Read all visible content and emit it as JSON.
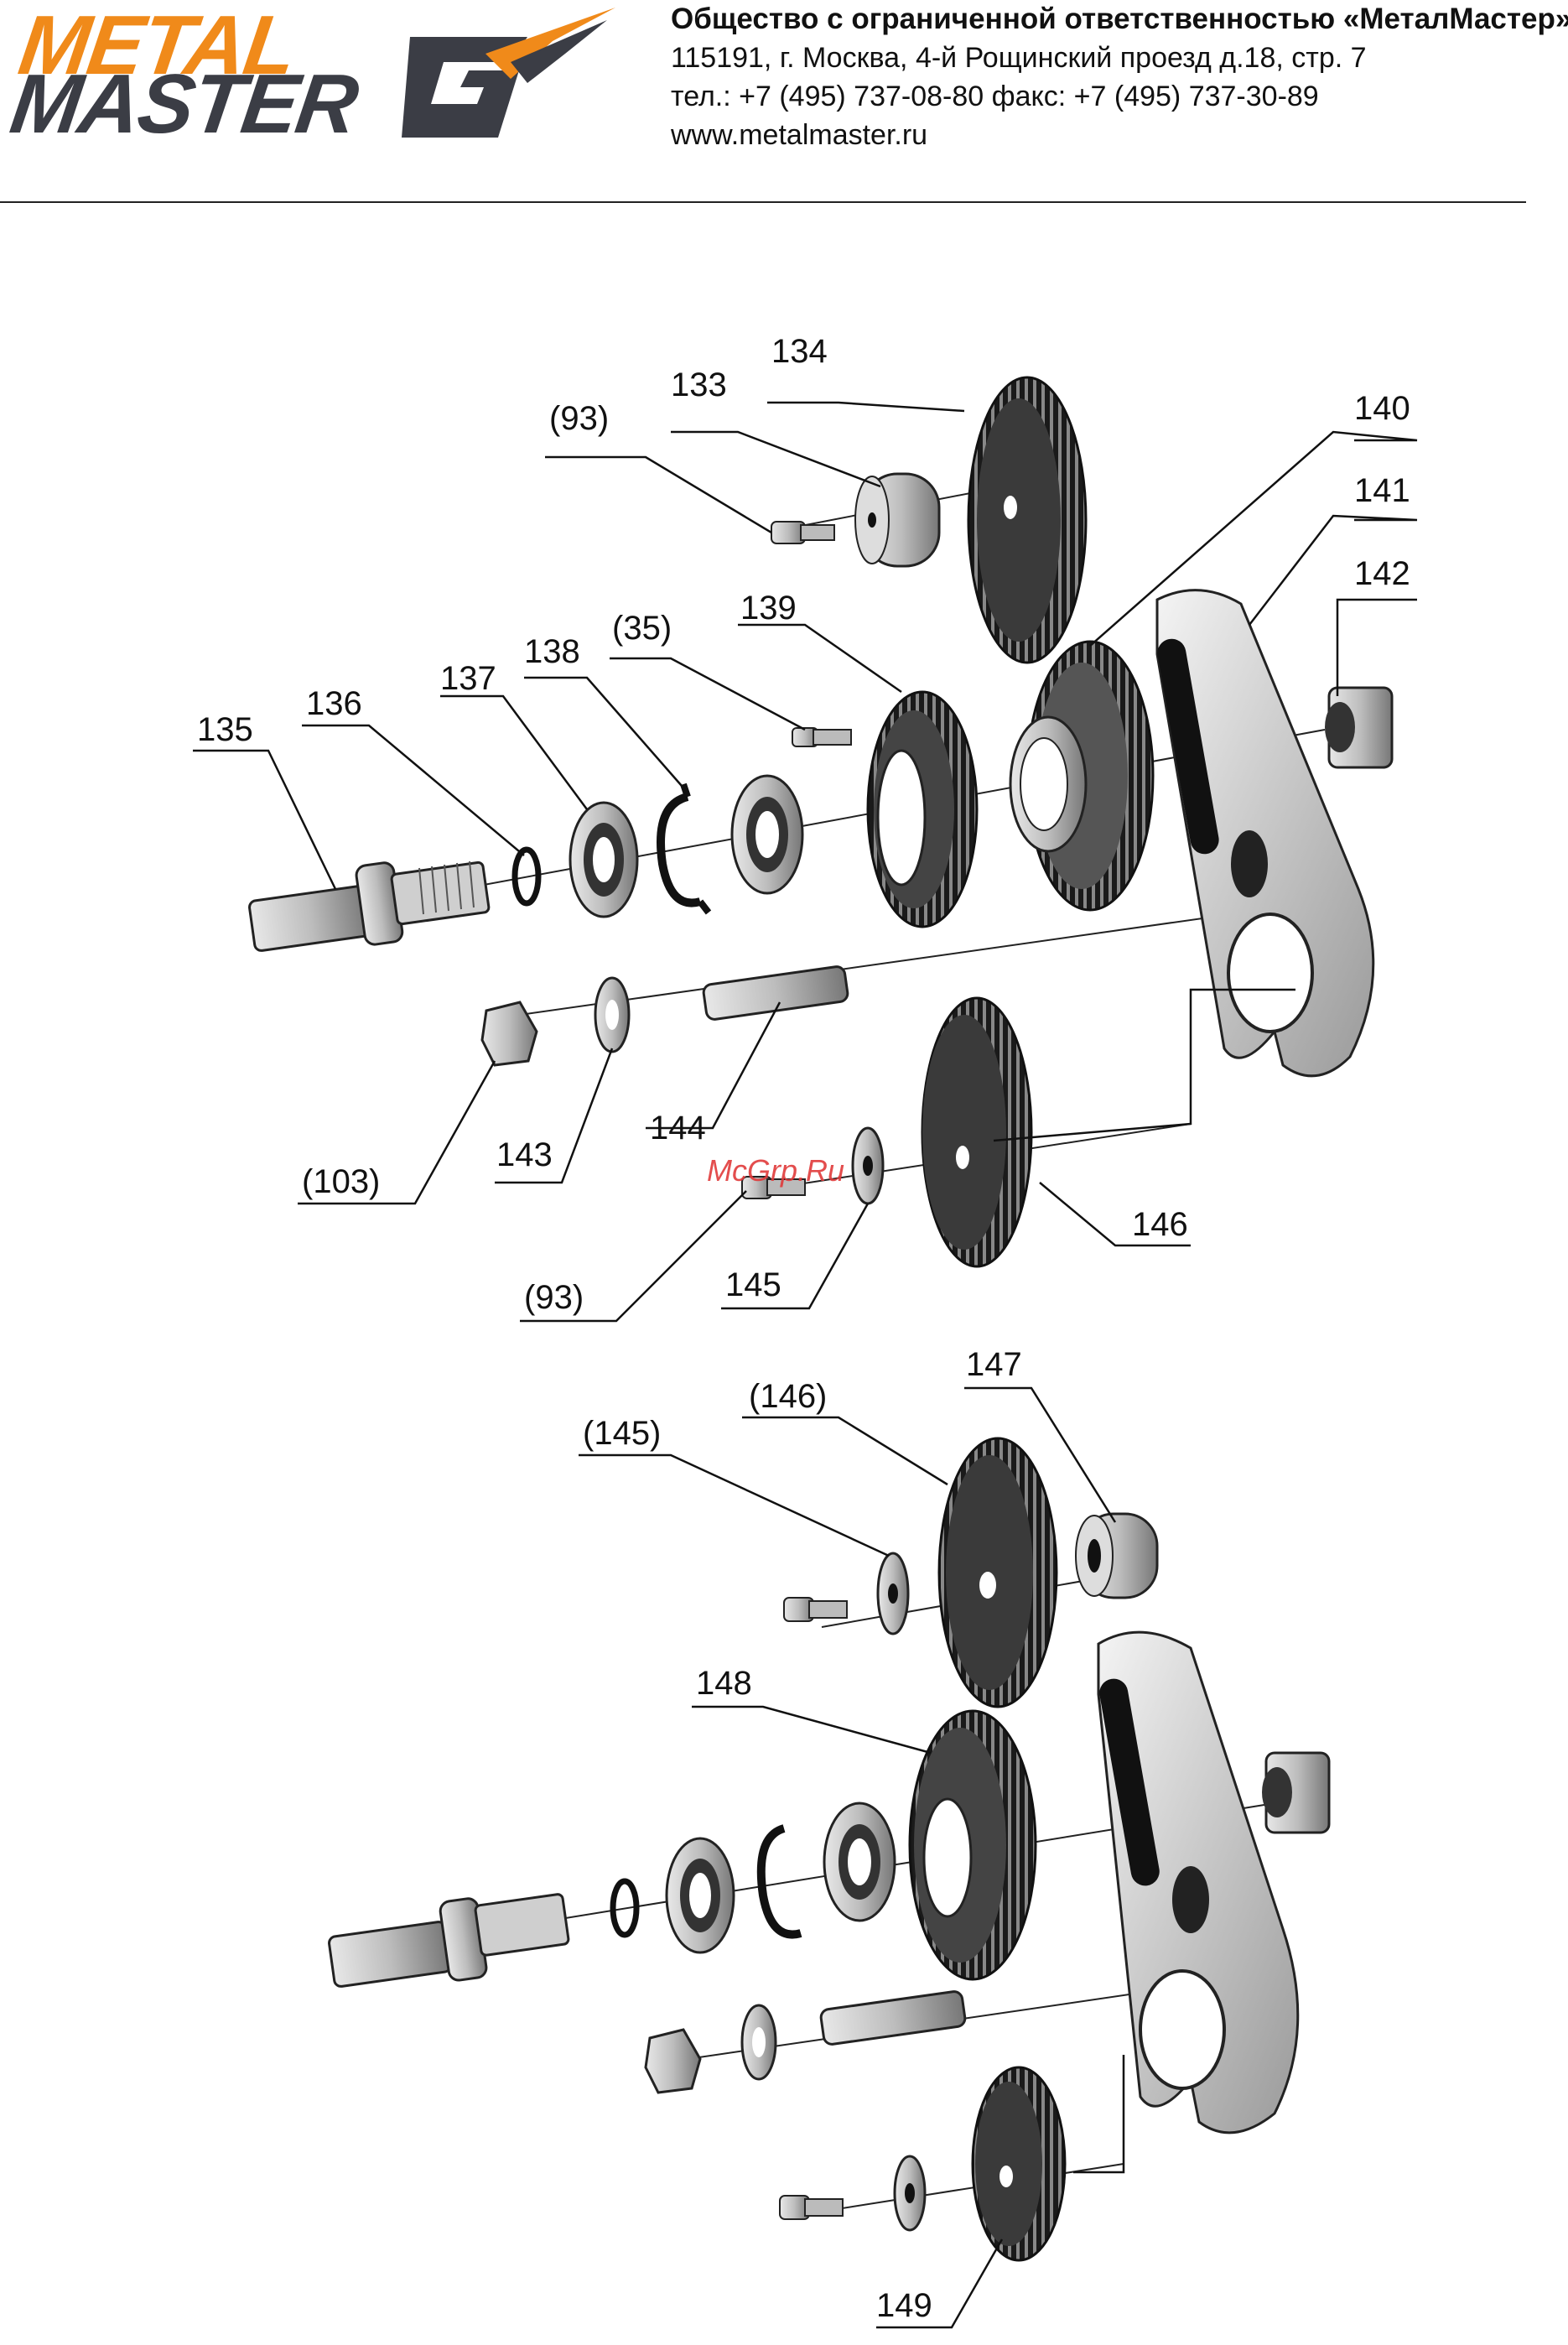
{
  "header": {
    "logo_line1": "METAL",
    "logo_line2": "MASTER",
    "company_name": "Общество с ограниченной ответственностью «МеталМастер»",
    "address": "115191, г. Москва, 4-й Рощинский проезд д.18, стр. 7",
    "phones": "тел.: +7 (495) 737-08-80   факс: +7 (495) 737-30-89",
    "website": "www.metalmaster.ru",
    "colors": {
      "logo_orange": "#f08a1a",
      "logo_dark": "#3b3d45"
    }
  },
  "diagram": {
    "labels": {
      "l134": "134",
      "l133": "133",
      "l93a": "(93)",
      "l140": "140",
      "l141": "141",
      "l142": "142",
      "l139": "139",
      "l35": "(35)",
      "l138": "138",
      "l137": "137",
      "l136": "136",
      "l135": "135",
      "l144": "144",
      "l143": "143",
      "l103": "(103)",
      "l146": "146",
      "l145": "145",
      "l93b": "(93)",
      "l147": "147",
      "l146b": "(146)",
      "l145b": "(145)",
      "l148": "148",
      "l149": "149"
    }
  },
  "watermark": "McGrp.Ru"
}
